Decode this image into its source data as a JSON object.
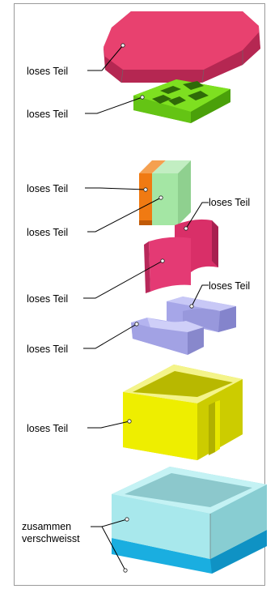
{
  "labels": {
    "lid": "loses Teil",
    "plate": "loses Teil",
    "cube_orange": "loses Teil",
    "cube_green": "loses Teil",
    "curved_right": "loses Teil",
    "curved_left": "loses Teil",
    "block_right": "loses Teil",
    "block_left": "loses Teil",
    "yellow_box": "loses Teil",
    "base_line1": "zusammen",
    "base_line2": "verschweisst"
  },
  "colors": {
    "lid": "#e8416f",
    "plate": "#7ee020",
    "orange": "#f07a12",
    "green": "#a4e6a4",
    "magenta": "#e43a74",
    "lavender": "#b4b4f0",
    "yellow": "#eeee00",
    "cyan_light": "#a8e8ec",
    "cyan_dark": "#1aaee0",
    "frame": "#9a9a9a"
  }
}
